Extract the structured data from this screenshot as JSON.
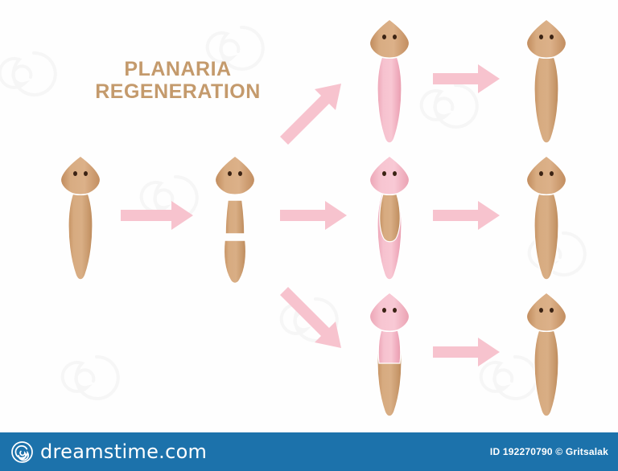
{
  "illustration": {
    "title_line1": "PLANARIA",
    "title_line2": "REGENERATION",
    "title_color": "#c49a6c",
    "background_color": "#fefefe",
    "colors": {
      "original_tissue": "#d2a376",
      "original_tissue_dark": "#bb8a5c",
      "regenerated_tissue": "#f4b9c6",
      "regenerated_tissue_dark": "#e79dae",
      "arrow": "#f7c3ce",
      "eye": "#3b2314",
      "outline": "#ffffff"
    },
    "arrows": [
      {
        "name": "arrow-stage1-to-stage2",
        "direction": "right"
      },
      {
        "name": "arrow-stage2-to-head-fragment",
        "direction": "up-right"
      },
      {
        "name": "arrow-stage2-to-middle-fragment",
        "direction": "right"
      },
      {
        "name": "arrow-stage2-to-tail-fragment",
        "direction": "down-right"
      },
      {
        "name": "arrow-head-fragment-to-complete",
        "direction": "right"
      },
      {
        "name": "arrow-middle-fragment-to-complete",
        "direction": "right"
      },
      {
        "name": "arrow-tail-fragment-to-complete",
        "direction": "right"
      }
    ],
    "specimens": [
      {
        "id": "intact-planarian",
        "label": "Intact planarian",
        "stage": "1",
        "head": "original",
        "body": "original",
        "tail": "original"
      },
      {
        "id": "cut-planarian",
        "label": "Planarian cut into three fragments",
        "stage": "2",
        "fragments": [
          "head",
          "middle",
          "tail"
        ]
      },
      {
        "id": "head-fragment-regenerating",
        "label": "Head fragment regenerating body and tail",
        "stage": "3",
        "head": "original",
        "body": "regenerated",
        "tail": "regenerated"
      },
      {
        "id": "middle-fragment-regenerating",
        "label": "Middle fragment regenerating head and tail",
        "stage": "3",
        "head": "regenerated",
        "body": "original",
        "tail": "regenerated"
      },
      {
        "id": "tail-fragment-regenerating",
        "label": "Tail fragment regenerating head and body",
        "stage": "3",
        "head": "regenerated",
        "body": "regenerated",
        "tail": "original"
      },
      {
        "id": "complete-planarian-top",
        "label": "Fully regenerated planarian",
        "stage": "4",
        "head": "original",
        "body": "original",
        "tail": "original"
      },
      {
        "id": "complete-planarian-middle",
        "label": "Fully regenerated planarian",
        "stage": "4",
        "head": "original",
        "body": "original",
        "tail": "original"
      },
      {
        "id": "complete-planarian-bottom",
        "label": "Fully regenerated planarian",
        "stage": "4",
        "head": "original",
        "body": "original",
        "tail": "original"
      }
    ]
  },
  "footer": {
    "brand_text": "dreamstime.com",
    "credit": "ID 192270790 © Gritsalak",
    "background_color": "#1c72ab"
  }
}
